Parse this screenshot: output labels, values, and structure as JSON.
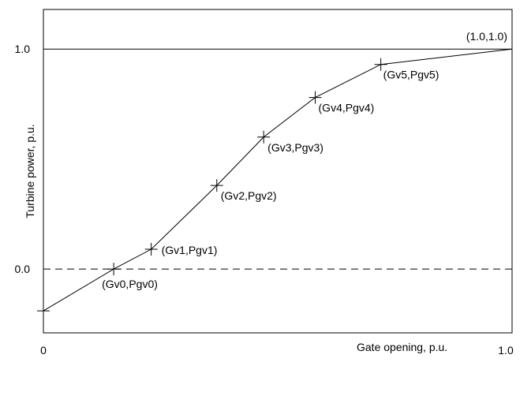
{
  "chart_data": {
    "type": "line",
    "xlabel": "Gate opening, p.u.",
    "ylabel": "Turbine power, p.u.",
    "x_ticks": [
      {
        "value": 0,
        "label": "0"
      },
      {
        "value": 1,
        "label": "1.0"
      }
    ],
    "y_ticks": [
      {
        "value": 0,
        "label": "0.0"
      },
      {
        "value": 1,
        "label": "1.0"
      }
    ],
    "xlim": [
      0,
      1
    ],
    "ylim": [
      -0.29,
      1.18
    ],
    "reference_lines": [
      {
        "axis": "y",
        "value": 1.0,
        "style": "solid"
      },
      {
        "axis": "y",
        "value": 0.0,
        "style": "dashed"
      }
    ],
    "series": [
      {
        "points": [
          {
            "x": 0.0,
            "y": -0.19,
            "label": ""
          },
          {
            "x": 0.15,
            "y": 0.0,
            "label": "(Gv0,Pgv0)"
          },
          {
            "x": 0.23,
            "y": 0.09,
            "label": "(Gv1,Pgv1)"
          },
          {
            "x": 0.37,
            "y": 0.38,
            "label": "(Gv2,Pgv2)"
          },
          {
            "x": 0.47,
            "y": 0.6,
            "label": "(Gv3,Pgv3)"
          },
          {
            "x": 0.58,
            "y": 0.78,
            "label": "(Gv4,Pgv4)"
          },
          {
            "x": 0.72,
            "y": 0.93,
            "label": "(Gv5,Pgv5)"
          },
          {
            "x": 1.0,
            "y": 1.0,
            "label": "(1.0,1.0)"
          }
        ]
      }
    ]
  }
}
